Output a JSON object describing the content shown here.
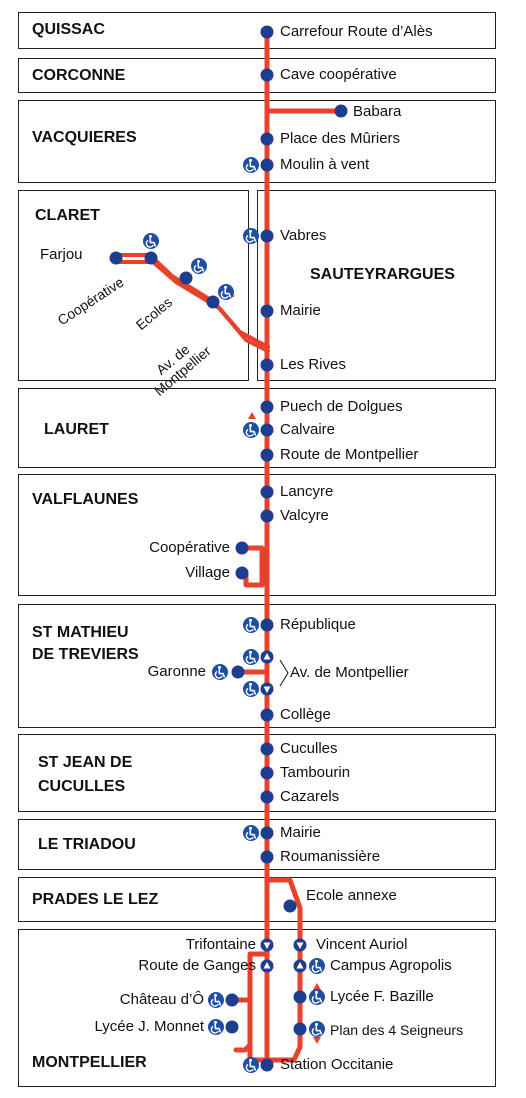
{
  "colors": {
    "line": "#e8412c",
    "stop": "#1d3d8f",
    "access": "#1e4fa0"
  },
  "towns": [
    {
      "name": "QUISSAC"
    },
    {
      "name": "CORCONNE"
    },
    {
      "name": "VACQUIERES"
    },
    {
      "name": "CLARET"
    },
    {
      "name": "SAUTEYRARGUES"
    },
    {
      "name": "LAURET"
    },
    {
      "name": "VALFLAUNES"
    },
    {
      "name": "ST MATHIEU\nDE TREVIERS"
    },
    {
      "name": "ST JEAN DE\nCUCULLES"
    },
    {
      "name": "LE TRIADOU"
    },
    {
      "name": "PRADES LE LEZ"
    },
    {
      "name": "MONTPELLIER"
    }
  ],
  "stops": [
    {
      "name": "Carrefour Route d’Alès",
      "icon": "stop-dot"
    },
    {
      "name": "Cave coopérative",
      "icon": "stop-dot"
    },
    {
      "name": "Babara",
      "icon": "stop-dot"
    },
    {
      "name": "Place des Mûriers",
      "icon": "stop-dot"
    },
    {
      "name": "Moulin à vent",
      "icon": "wheelchair-icon"
    },
    {
      "name": "Vabres",
      "icon": "wheelchair-icon"
    },
    {
      "name": "Farjou",
      "icon": "stop-dot"
    },
    {
      "name": "Coopérative",
      "icon": "wheelchair-icon"
    },
    {
      "name": "Ecoles",
      "icon": "wheelchair-icon"
    },
    {
      "name": "Av. de\nMontpellier",
      "icon": "wheelchair-icon"
    },
    {
      "name": "Mairie",
      "icon": "stop-dot"
    },
    {
      "name": "Les Rives",
      "icon": "stop-dot"
    },
    {
      "name": "Puech de Dolgues",
      "icon": "stop-dot"
    },
    {
      "name": "Calvaire",
      "icon": "wheelchair-icon"
    },
    {
      "name": "Route de Montpellier",
      "icon": "stop-dot"
    },
    {
      "name": "Lancyre",
      "icon": "stop-dot"
    },
    {
      "name": "Valcyre",
      "icon": "stop-dot"
    },
    {
      "name": "Coopérative",
      "icon": "stop-dot"
    },
    {
      "name": "Village",
      "icon": "stop-dot"
    },
    {
      "name": "République",
      "icon": "wheelchair-icon"
    },
    {
      "name": "Garonne",
      "icon": "wheelchair-icon"
    },
    {
      "name": "Av. de Montpellier",
      "icon": "wheelchair-icon"
    },
    {
      "name": "Collège",
      "icon": "stop-dot"
    },
    {
      "name": "Cuculles",
      "icon": "stop-dot"
    },
    {
      "name": "Tambourin",
      "icon": "stop-dot"
    },
    {
      "name": "Cazarels",
      "icon": "stop-dot"
    },
    {
      "name": "Mairie",
      "icon": "wheelchair-icon"
    },
    {
      "name": "Roumanissière",
      "icon": "stop-dot"
    },
    {
      "name": "Ecole annexe",
      "icon": "stop-dot"
    },
    {
      "name": "Trifontaine",
      "icon": "direction-down-icon"
    },
    {
      "name": "Route de Ganges",
      "icon": "direction-up-icon"
    },
    {
      "name": "Vincent Auriol",
      "icon": "direction-down-icon"
    },
    {
      "name": "Campus Agropolis",
      "icon": "wheelchair-icon"
    },
    {
      "name": "Château d’Ô",
      "icon": "wheelchair-icon"
    },
    {
      "name": "Lycée J. Monnet",
      "icon": "wheelchair-icon"
    },
    {
      "name": "Lycée F. Bazille",
      "icon": "wheelchair-icon"
    },
    {
      "name": "Plan des 4 Seigneurs",
      "icon": "wheelchair-icon"
    },
    {
      "name": "Station Occitanie",
      "icon": "wheelchair-icon"
    }
  ]
}
